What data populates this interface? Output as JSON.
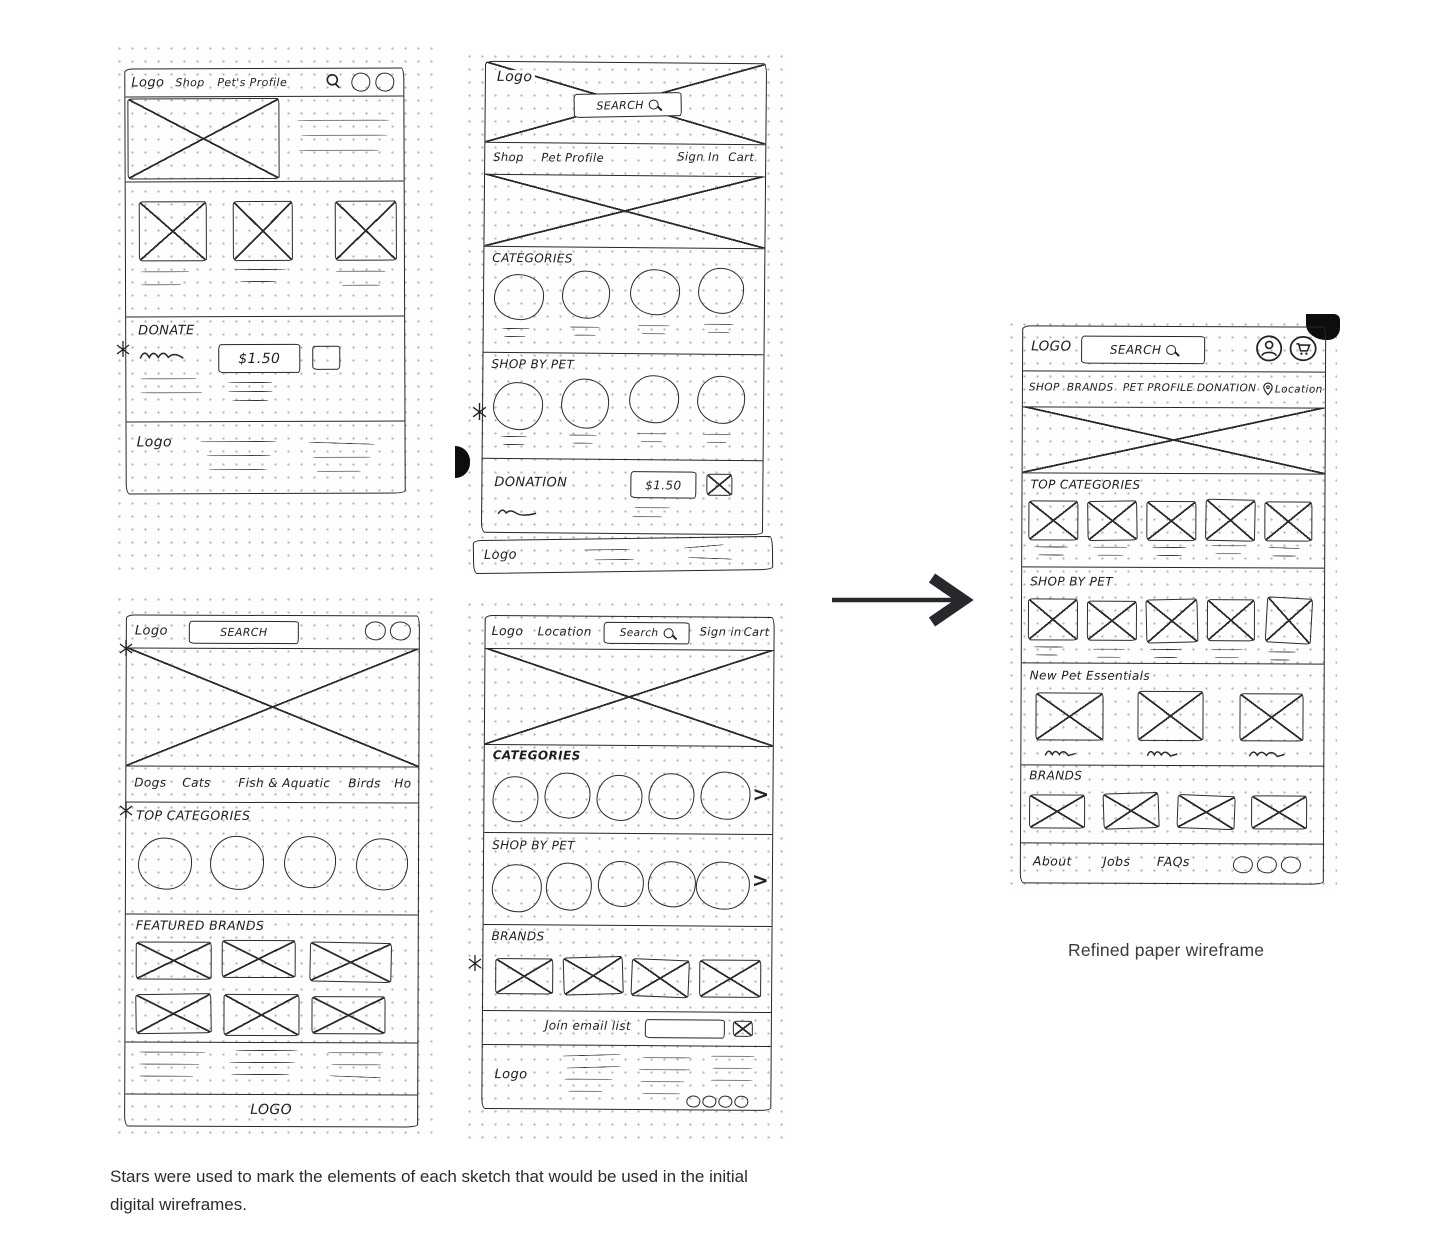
{
  "captions": {
    "stars_note": "Stars were used to mark the elements of each sketch that would be used in the initial digital wireframes.",
    "refined_label": "Refined paper wireframe"
  },
  "colors": {
    "ink": "#262626",
    "paper_dots": "#b7b7b7",
    "caption_text": "#2e2e2e"
  },
  "sketches": {
    "s1": {
      "nav": {
        "logo": "Logo",
        "shop": "Shop",
        "pets_profile": "Pet's Profile"
      },
      "donate": {
        "label": "DONATE",
        "amount": "$1.50"
      },
      "footer_logo": "Logo"
    },
    "s2": {
      "logo": "Logo",
      "search": "SEARCH",
      "nav": {
        "shop": "Shop",
        "pet_profile": "Pet Profile",
        "sign_in": "Sign In",
        "cart": "Cart"
      },
      "categories": "CATEGORIES",
      "shop_by_pet": "SHOP BY PET",
      "donation": {
        "label": "DONATION",
        "amount": "$1.50"
      },
      "footer_logo": "Logo"
    },
    "s3": {
      "logo": "Logo",
      "search": "SEARCH",
      "nav": [
        "Dogs",
        "Cats",
        "Fish & Aquatic",
        "Birds",
        "Ho"
      ],
      "top_categories": "TOP CATEGORIES",
      "featured_brands": "FEATURED BRANDS",
      "footer_logo": "LOGO"
    },
    "s4": {
      "logo": "Logo",
      "location": "Location",
      "search": "Search",
      "sign_in": "Sign in",
      "cart": "Cart",
      "categories": "CATEGORIES",
      "shop_by_pet": "SHOP BY PET",
      "brands": "BRANDS",
      "join_email": "Join email list",
      "footer_logo": "Logo"
    }
  },
  "refined": {
    "logo": "LOGO",
    "search": "SEARCH",
    "nav": {
      "shop": "SHOP",
      "brands": "BRANDS",
      "pet_profile": "PET PROFILE",
      "donation": "DONATION",
      "location": "Location"
    },
    "top_categories": "TOP CATEGORIES",
    "shop_by_pet": "SHOP BY PET",
    "new_pet": "New Pet Essentials",
    "brands": "BRANDS",
    "footer": {
      "about": "About",
      "jobs": "Jobs",
      "faqs": "FAQs"
    }
  }
}
